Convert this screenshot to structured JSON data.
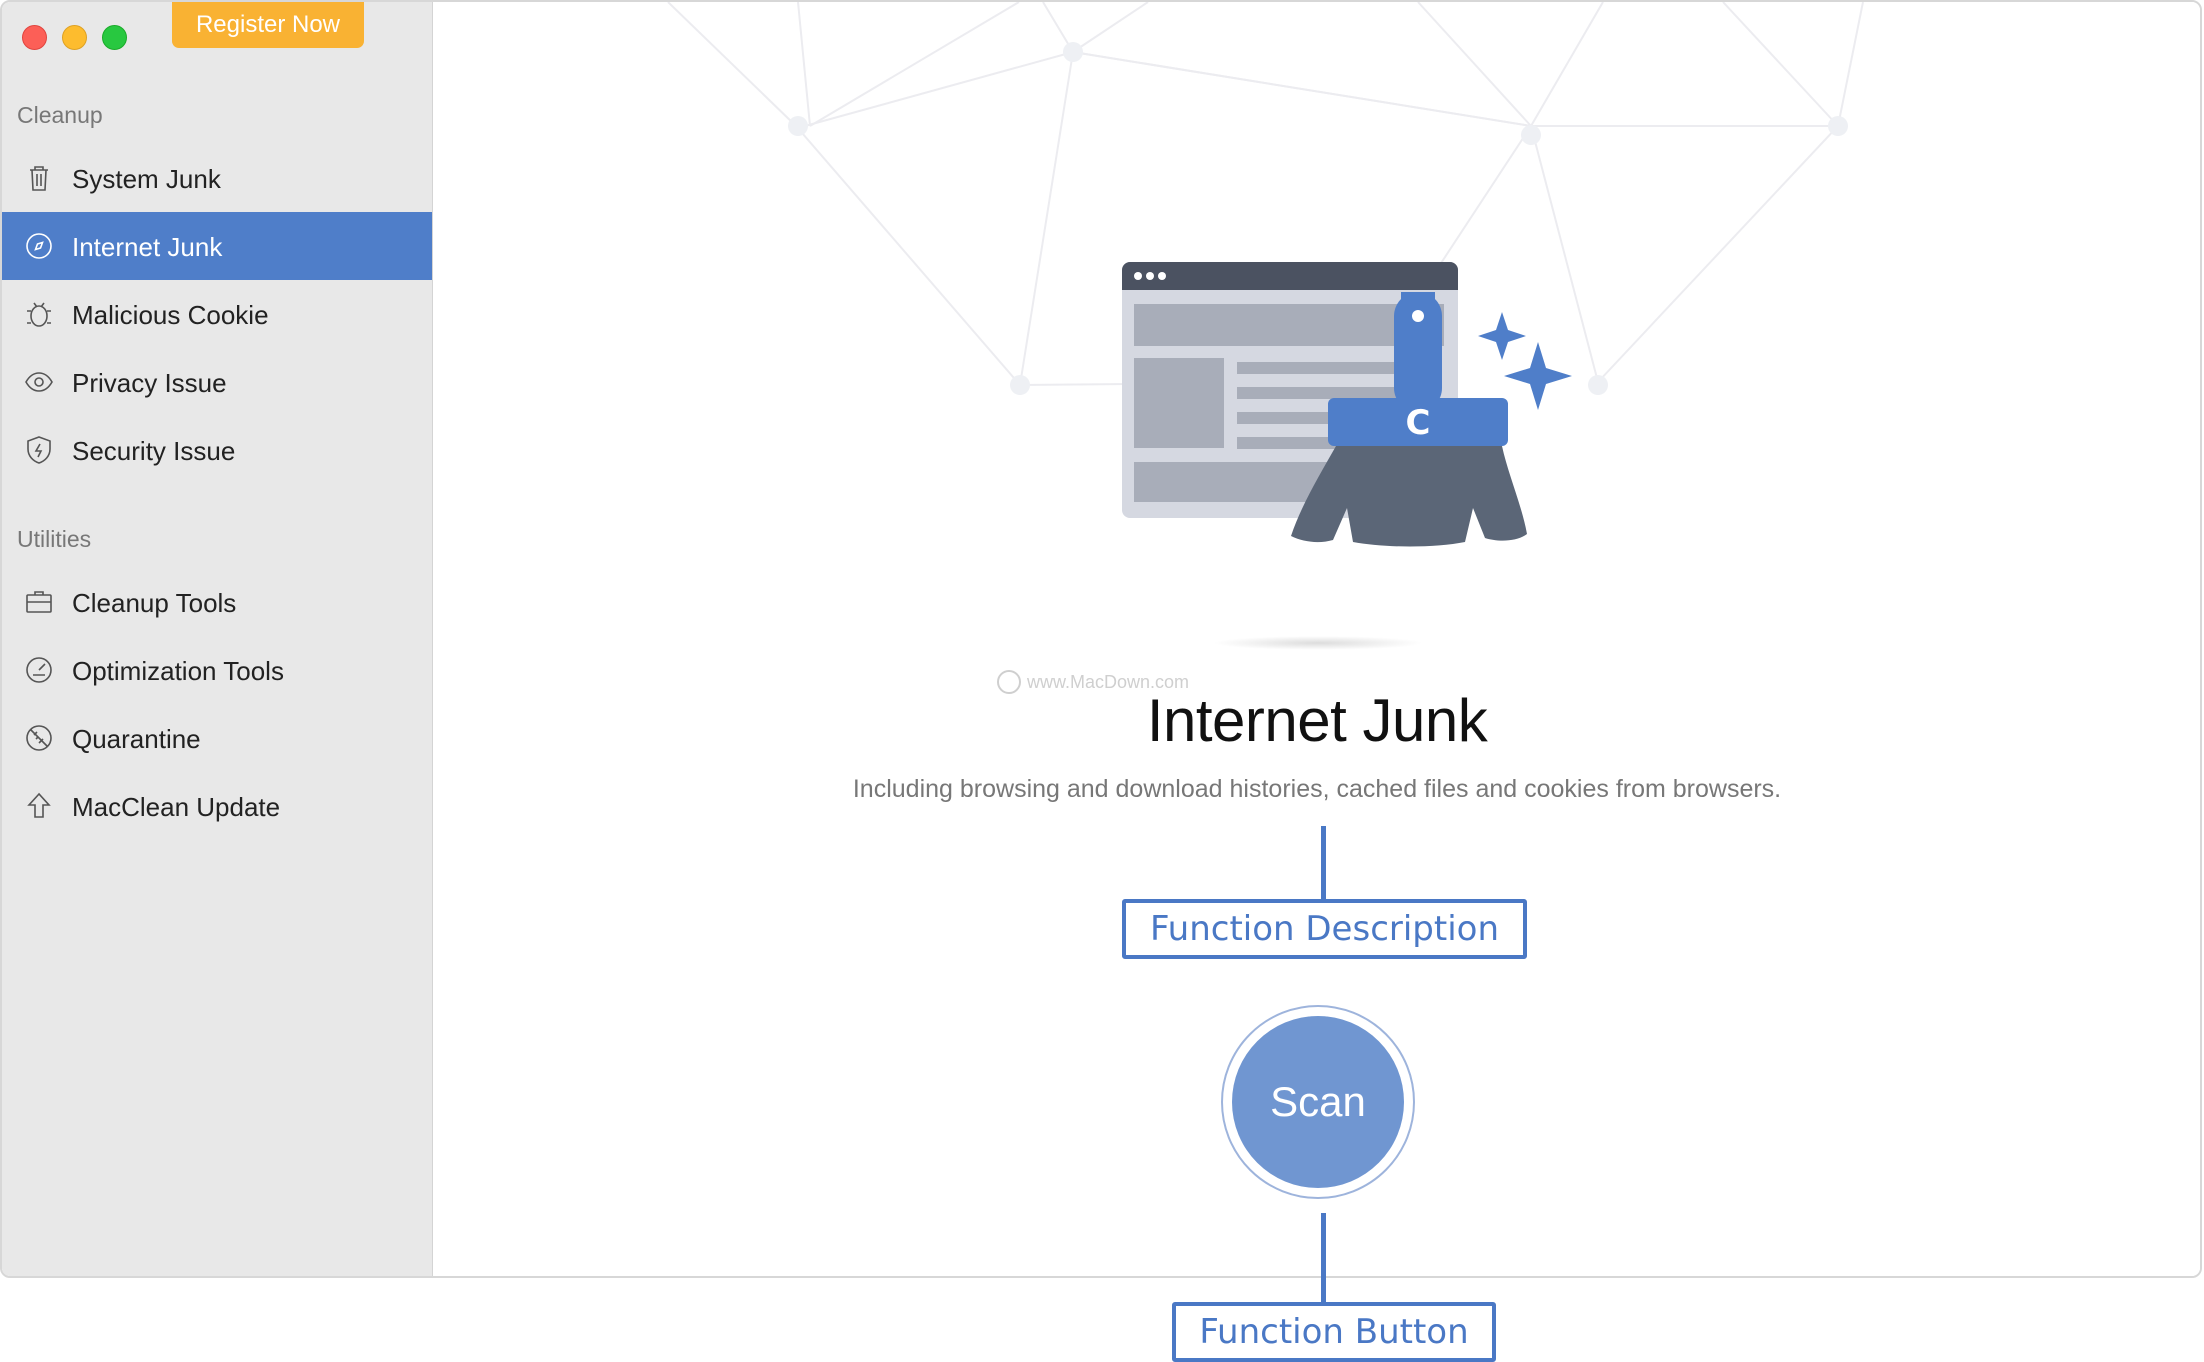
{
  "window": {
    "register_label": "Register Now"
  },
  "sidebar": {
    "sections": [
      {
        "title": "Cleanup",
        "items": [
          {
            "label": "System Junk",
            "icon": "trash-icon",
            "active": false
          },
          {
            "label": "Internet Junk",
            "icon": "compass-icon",
            "active": true
          },
          {
            "label": "Malicious Cookie",
            "icon": "bug-icon",
            "active": false
          },
          {
            "label": "Privacy Issue",
            "icon": "eye-icon",
            "active": false
          },
          {
            "label": "Security Issue",
            "icon": "shield-icon",
            "active": false
          }
        ]
      },
      {
        "title": "Utilities",
        "items": [
          {
            "label": "Cleanup Tools",
            "icon": "toolbox-icon",
            "active": false
          },
          {
            "label": "Optimization Tools",
            "icon": "gauge-icon",
            "active": false
          },
          {
            "label": "Quarantine",
            "icon": "quarantine-icon",
            "active": false
          },
          {
            "label": "MacClean Update",
            "icon": "upload-arrow-icon",
            "active": false
          }
        ]
      }
    ]
  },
  "main": {
    "feature_title": "Internet Junk",
    "feature_description": "Including browsing and download histories, cached files and cookies from browsers.",
    "scan_label": "Scan",
    "illustration_icon": "browser-broom-icon",
    "broom_letter": "C",
    "watermark": "www.MacDown.com"
  },
  "callouts": {
    "description_label": "Function Description",
    "button_label": "Function Button"
  },
  "colors": {
    "accent": "#4f7ec9",
    "register": "#f9b233",
    "scan": "#7096d1",
    "callout": "#4a78c5"
  }
}
